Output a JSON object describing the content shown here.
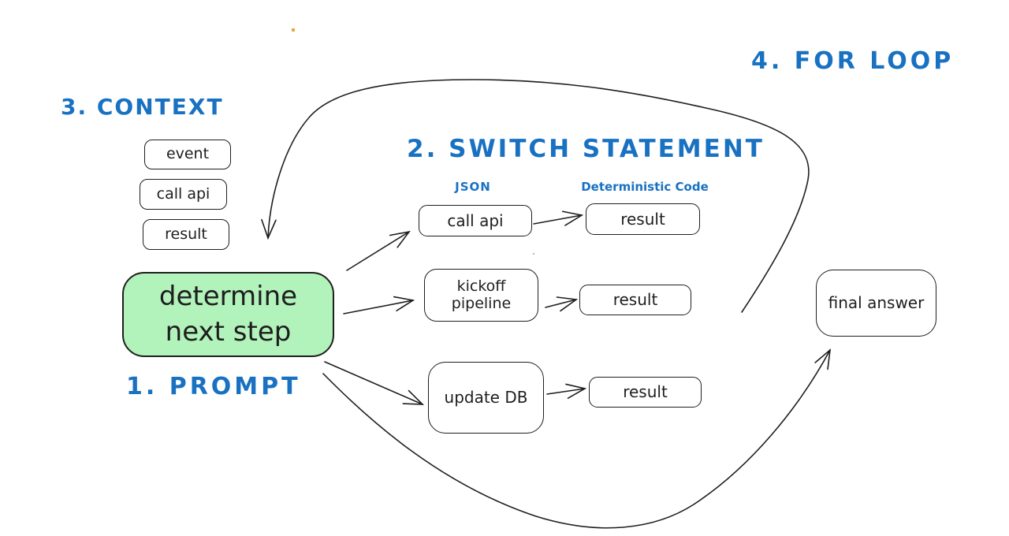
{
  "diagram": {
    "step_labels": {
      "prompt": "1. PROMPT",
      "switch": "2. SWITCH STATEMENT",
      "context": "3. CONTEXT",
      "for_loop": "4. FOR LOOP"
    },
    "column_headers": {
      "json": "JSON",
      "deterministic": "Deterministic Code"
    },
    "context_stack": [
      "event",
      "call api",
      "result"
    ],
    "prompt_node": {
      "lines": [
        "determine",
        "next step"
      ]
    },
    "switch_rows": [
      {
        "action_lines": [
          "call api"
        ],
        "result": "result"
      },
      {
        "action_lines": [
          "kickoff",
          "pipeline"
        ],
        "result": "result"
      },
      {
        "action_lines": [
          "update DB"
        ],
        "result": "result"
      }
    ],
    "final_node": "final answer"
  },
  "colors": {
    "accent_blue": "#1971c2",
    "green_fill": "#b2f2bb",
    "ink": "#1e1e1e"
  }
}
